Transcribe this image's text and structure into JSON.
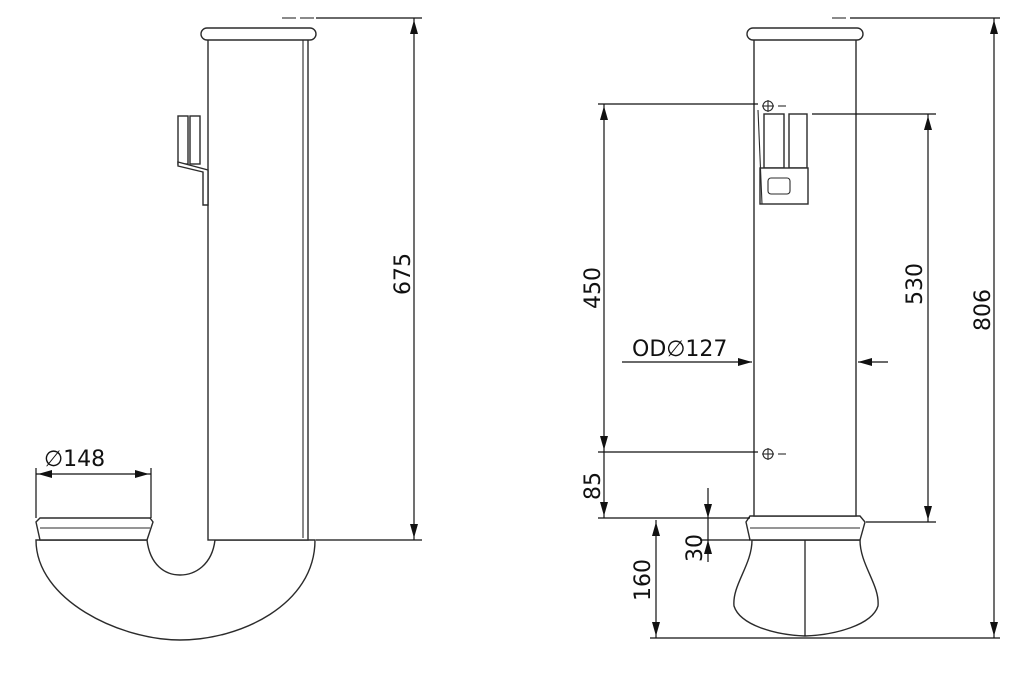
{
  "dimensions": {
    "left_height": "675",
    "left_inlet_diameter": "∅148",
    "right_total_height": "806",
    "right_hole_spacing": "450",
    "right_bracket_height": "530",
    "right_outer_diameter": "OD∅127",
    "right_lower_hole_offset": "85",
    "right_flare_height": "160",
    "right_collar_height": "30"
  },
  "colors": {
    "line": "#2b2b2b",
    "dimension": "#111111",
    "background": "#ffffff"
  },
  "icons": {
    "hole_marker": "circle-crosshair-icon"
  }
}
